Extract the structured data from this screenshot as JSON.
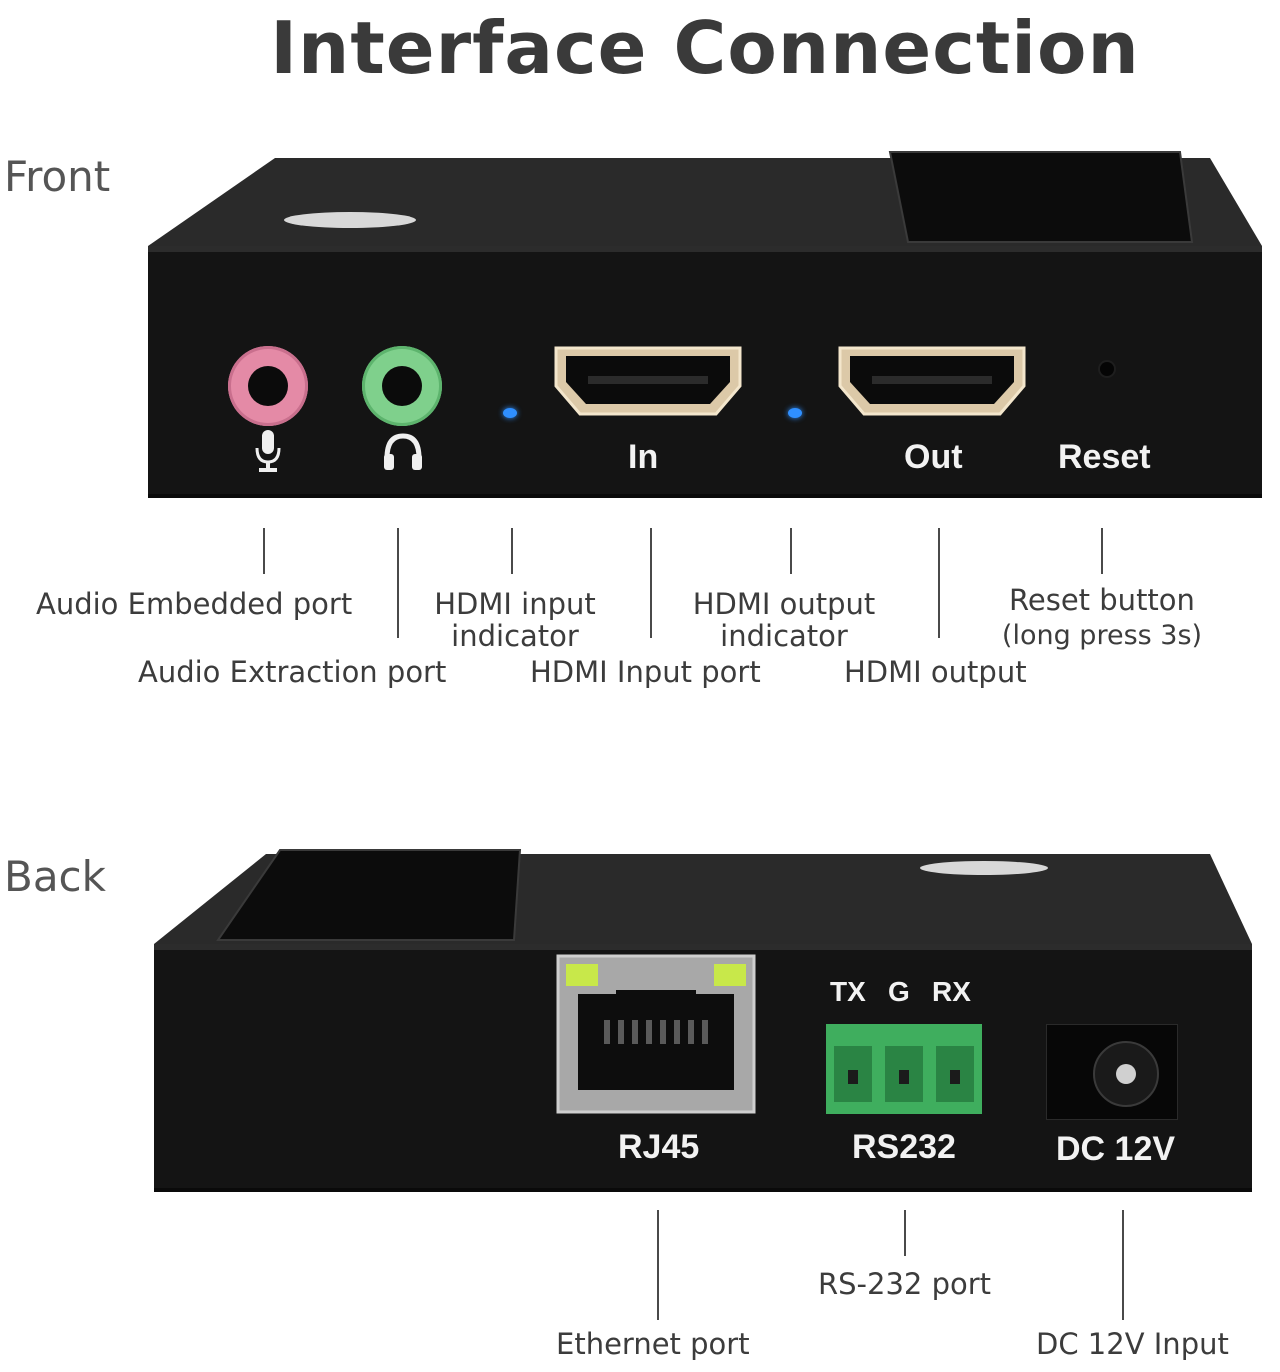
{
  "title": "Interface Connection",
  "front": {
    "section_label": "Front",
    "panel_labels": {
      "in": "In",
      "out": "Out",
      "reset": "Reset"
    },
    "callouts": {
      "audio_embedded": "Audio Embedded port",
      "audio_extraction": "Audio Extraction port",
      "hdmi_input_indicator_1": "HDMI input",
      "hdmi_input_indicator_2": "indicator",
      "hdmi_input_port": "HDMI Input port",
      "hdmi_output_indicator_1": "HDMI output",
      "hdmi_output_indicator_2": "indicator",
      "hdmi_output": "HDMI output",
      "reset_button_1": "Reset button",
      "reset_button_2": "(long press 3s)"
    }
  },
  "back": {
    "section_label": "Back",
    "panel_labels": {
      "rj45": "RJ45",
      "rs232": "RS232",
      "dc": "DC 12V",
      "tx": "TX",
      "g": "G",
      "rx": "RX"
    },
    "callouts": {
      "ethernet": "Ethernet port",
      "rs232": "RS-232 port",
      "dc_input": "DC 12V Input"
    }
  },
  "colors": {
    "device_body": "#141414",
    "mic_jack": "#e48aa6",
    "headphone_jack": "#7fd08c",
    "led_blue": "#2f8fff",
    "terminal_green": "#3fae5e",
    "rj45_led": "#c8e84a"
  },
  "icons": {
    "mic": "microphone-icon",
    "headphone": "headphone-icon"
  }
}
